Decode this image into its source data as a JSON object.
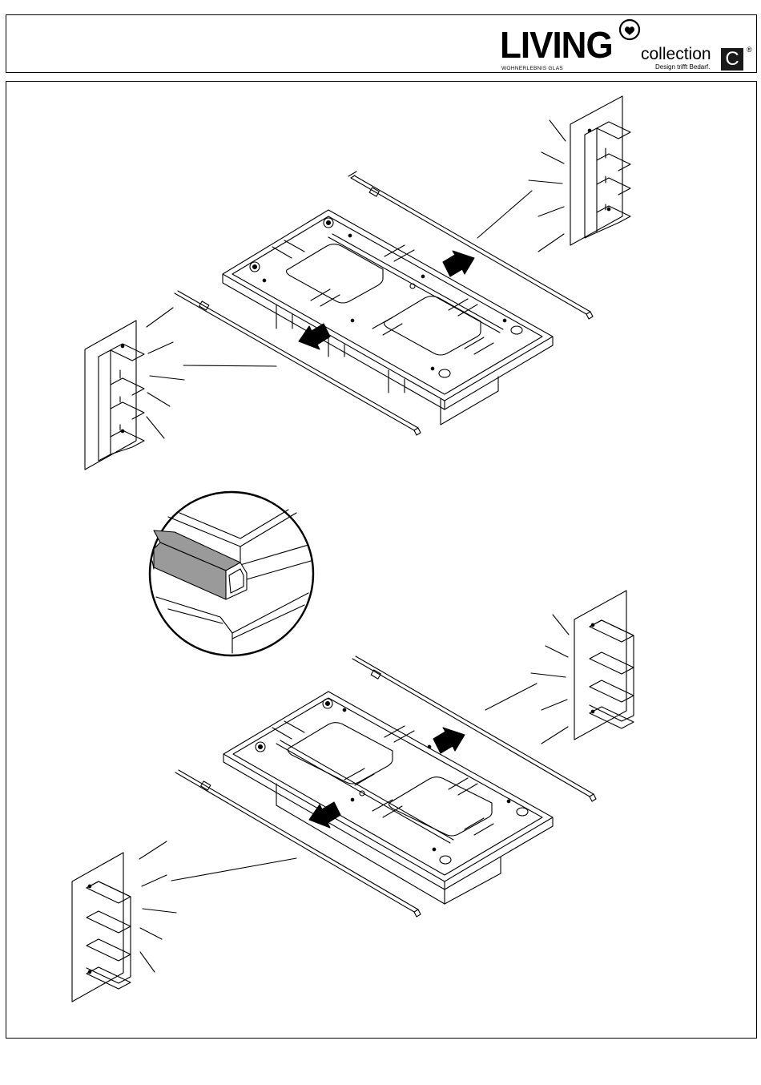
{
  "header": {
    "brand_name": "LIVING",
    "brand_subtitle": "WOHNERLEBNIS GLAS",
    "collection_label": "collection",
    "tagline": "Design trifft Bedarf.",
    "badge_letter": "C",
    "registered_mark": "®"
  },
  "icons": {
    "brand_emblem": "heart-circle-icon",
    "push_arrow": "black-arrow-icon",
    "magnifier": "detail-circle-icon"
  },
  "colors": {
    "line": "#000000",
    "paper": "#ffffff",
    "tube_fill": "#9a9a9a",
    "badge_bg": "#1a1a1a"
  }
}
